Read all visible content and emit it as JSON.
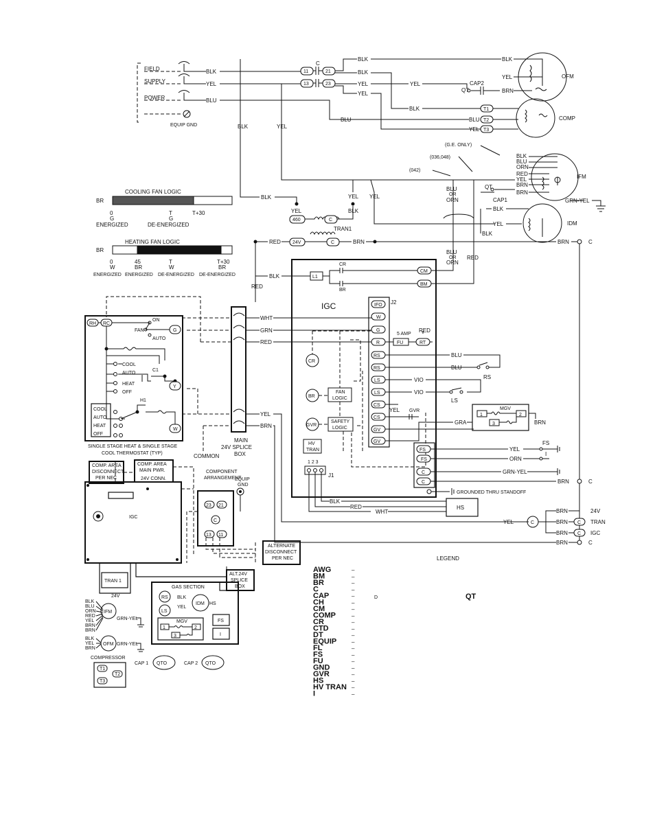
{
  "field_supply": [
    "FIELD",
    "SUPPLY",
    "POWER"
  ],
  "equip_gnd": "EQUIP GND",
  "wires": {
    "blk": "BLK",
    "yel": "YEL",
    "blu": "BLU",
    "brn": "BRN",
    "red": "RED",
    "wht": "WHT",
    "grn": "GRN",
    "orn": "ORN",
    "vio": "VIO",
    "gra": "GRA",
    "grn_yel": "GRN-YEL",
    "blu_or_orn": [
      "BLU",
      "OR",
      "ORN"
    ]
  },
  "contactor": {
    "label": "C",
    "t11": "11",
    "t13": "13",
    "t21": "21",
    "t23": "23"
  },
  "components": {
    "ofm": "OFM",
    "comp": "COMP",
    "ifm": "IFM",
    "idm": "IDM",
    "qt": "QT",
    "cap2": "CAP2",
    "cap1": "CAP1",
    "tran1": "TRAN1",
    "v460": "460",
    "v24": "24V",
    "c": "C",
    "t1": "T1",
    "t2": "T2",
    "t3": "T3",
    "ge_only": "(G.E. ONLY)",
    "m036": "(036,048)",
    "m042": "(042)",
    "hs": "HS",
    "rs": "RS",
    "ls": "LS",
    "fs": "FS",
    "i": "I",
    "grounded": "GROUNDED THRU STANDOFF"
  },
  "cooling_fan_logic": {
    "title": "COOLING FAN LOGIC",
    "left": "BR",
    "ticks": [
      {
        "top": "0",
        "mid": "G",
        "bot": "ENERGIZED"
      },
      {
        "top": "T",
        "mid": "G",
        "bot": "DE-ENERGIZED"
      },
      {
        "top": "T+30",
        "mid": "",
        "bot": ""
      }
    ]
  },
  "heating_fan_logic": {
    "title": "HEATING FAN LOGIC",
    "left": "BR",
    "ticks": [
      {
        "top": "0",
        "mid": "W",
        "bot": "ENERGIZED"
      },
      {
        "top": "45",
        "mid": "BR",
        "bot": "ENERGIZED"
      },
      {
        "top": "T",
        "mid": "W",
        "bot": "DE-ENERGIZED"
      },
      {
        "top": "T+30",
        "mid": "BR",
        "bot": "DE-ENERGIZED"
      }
    ]
  },
  "igc": {
    "title": "IGC",
    "j2": "J2",
    "j1": "J1",
    "j1_pins": "1 2 3",
    "l1": "L1",
    "cr": "CR",
    "br": "BR",
    "cm": "CM",
    "bm": "BM",
    "ifo": "IFO",
    "w": "W",
    "g": "G",
    "r": "R",
    "fu": "FU",
    "rt": "RT",
    "five_amp": "5 AMP",
    "rs": "RS",
    "ls": "LS",
    "cs": "CS",
    "gv": "GV",
    "fs": "FS",
    "c": "C",
    "gvr": "GVR",
    "fan_logic": [
      "FAN",
      "LOGIC"
    ],
    "safety_logic": [
      "SAFETY",
      "LOGIC"
    ],
    "hv_tran": [
      "HV",
      "TRAN"
    ],
    "mgv": "MGV",
    "mgv_pins": [
      "1",
      "2",
      "3"
    ]
  },
  "thermostat": {
    "rh": "RH",
    "rc": "RC",
    "on": "ON",
    "fan": "FAN",
    "auto": "AUTO",
    "g": "G",
    "y": "Y",
    "w": "W",
    "cool": "COOL",
    "heat": "HEAT",
    "off": "OFF",
    "c1": "C1",
    "h1": "H1",
    "caption": [
      "SINGLE STAGE HEAT & SINGLE STAGE",
      "COOL THERMOSTAT (TYP)"
    ]
  },
  "splice_box": [
    "MAIN",
    "24V SPLICE",
    "BOX"
  ],
  "common": "COMMON",
  "right_labels": {
    "v24": "24V",
    "tran": "TRAN",
    "igc": "IGC",
    "c": "C"
  },
  "arrangement": {
    "comp_area_disc": [
      "COMP. AREA",
      "DISCONNECT",
      "PER NEC"
    ],
    "comp_area_main": [
      "COMP. AREA",
      "MAIN PWR.",
      "24V CONN."
    ],
    "component_arrangement": [
      "COMPONENT",
      "ARRANGEMENT"
    ],
    "equip_gnd": [
      "EQUIP",
      "GND"
    ],
    "igc": "IGC",
    "tran1": "TRAN 1",
    "v24": "24V",
    "alternate": [
      "ALTERNATE",
      "DISCONNECT",
      "PER NEC"
    ],
    "alt_splice": [
      "ALT.24V",
      "SPLICE",
      "BOX"
    ],
    "gas_section": "GAS SECTION",
    "rs": "RS",
    "ls": "LS",
    "idm": "IDM",
    "hs": "HS",
    "blk": "BLK",
    "yel": "YEL",
    "mgv": "MGV",
    "fs": "FS",
    "i": "I",
    "ifm": "IFM",
    "ofm": "OFM",
    "ifm_wires": [
      "BLK",
      "BLU",
      "ORN",
      "RED",
      "YEL",
      "BRN",
      "BRN"
    ],
    "ofm_wires": [
      "BLK",
      "YEL",
      "BRN"
    ],
    "grn_yel": "GRN-YEL",
    "compressor": "COMPRESSOR",
    "t1": "T1",
    "t2": "T2",
    "t3": "T3",
    "cap1": "CAP 1",
    "cap2": "CAP 2",
    "qto": "QTO"
  },
  "legend": {
    "title": "LEGEND",
    "items": [
      "AWG",
      "BM",
      "BR",
      "C",
      "CAP",
      "CH",
      "CM",
      "COMP",
      "CR",
      "CTD",
      "DT",
      "EQUIP",
      "FL",
      "FS",
      "FU",
      "GND",
      "GVR",
      "HS",
      "HV TRAN",
      "I"
    ],
    "dash": "–",
    "d": "D",
    "qt": "QT"
  }
}
